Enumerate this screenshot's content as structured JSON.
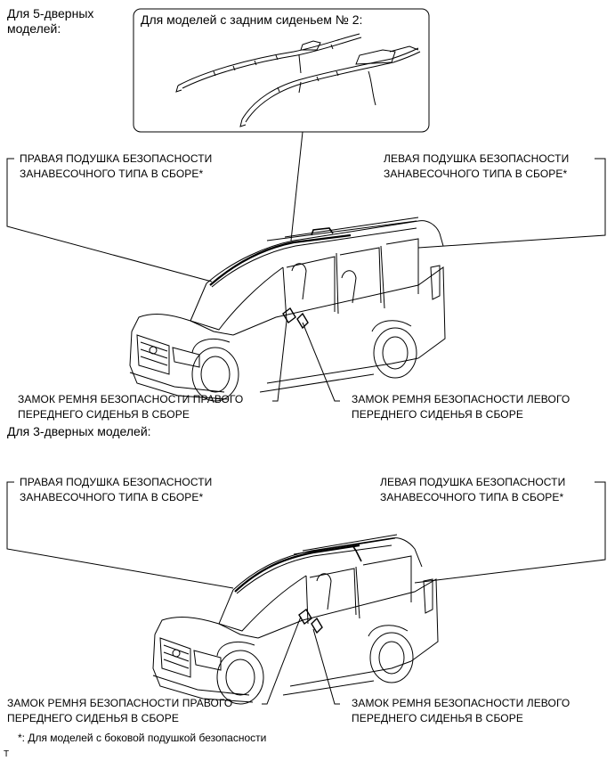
{
  "section1": {
    "heading_line1": "Для 5-дверных",
    "heading_line2": "моделей:",
    "inset_title": "Для моделей с задним сиденьем № 2:",
    "right_curtain_line1": "ПРАВАЯ ПОДУШКА БЕЗОПАСНОСТИ",
    "right_curtain_line2": "ЗАНАВЕСОЧНОГО ТИПА В СБОРЕ*",
    "left_curtain_line1": "ЛЕВАЯ ПОДУШКА БЕЗОПАСНОСТИ",
    "left_curtain_line2": "ЗАНАВЕСОЧНОГО ТИПА В СБОРЕ*",
    "right_buckle_line1": "ЗАМОК РЕМНЯ БЕЗОПАСНОСТИ ПРАВОГО",
    "right_buckle_line2": "ПЕРЕДНЕГО СИДЕНЬЯ В СБОРЕ",
    "left_buckle_line1": "ЗАМОК РЕМНЯ БЕЗОПАСНОСТИ ЛЕВОГО",
    "left_buckle_line2": "ПЕРЕДНЕГО СИДЕНЬЯ В СБОРЕ"
  },
  "section2": {
    "heading": "Для 3-дверных моделей:",
    "right_curtain_line1": "ПРАВАЯ ПОДУШКА БЕЗОПАСНОСТИ",
    "right_curtain_line2": "ЗАНАВЕСОЧНОГО ТИПА В СБОРЕ*",
    "left_curtain_line1": "ЛЕВАЯ ПОДУШКА БЕЗОПАСНОСТИ",
    "left_curtain_line2": "ЗАНАВЕСОЧНОГО ТИПА В СБОРЕ*",
    "right_buckle_line1": "ЗАМОК РЕМНЯ БЕЗОПАСНОСТИ ПРАВОГО",
    "right_buckle_line2": "ПЕРЕДНЕГО СИДЕНЬЯ В СБОРЕ",
    "left_buckle_line1": "ЗАМОК РЕМНЯ БЕЗОПАСНОСТИ ЛЕВОГО",
    "left_buckle_line2": "ПЕРЕДНЕГО СИДЕНЬЯ В СБОРЕ"
  },
  "footnote": "*: Для моделей с боковой подушкой безопасности",
  "corner_mark": "T"
}
